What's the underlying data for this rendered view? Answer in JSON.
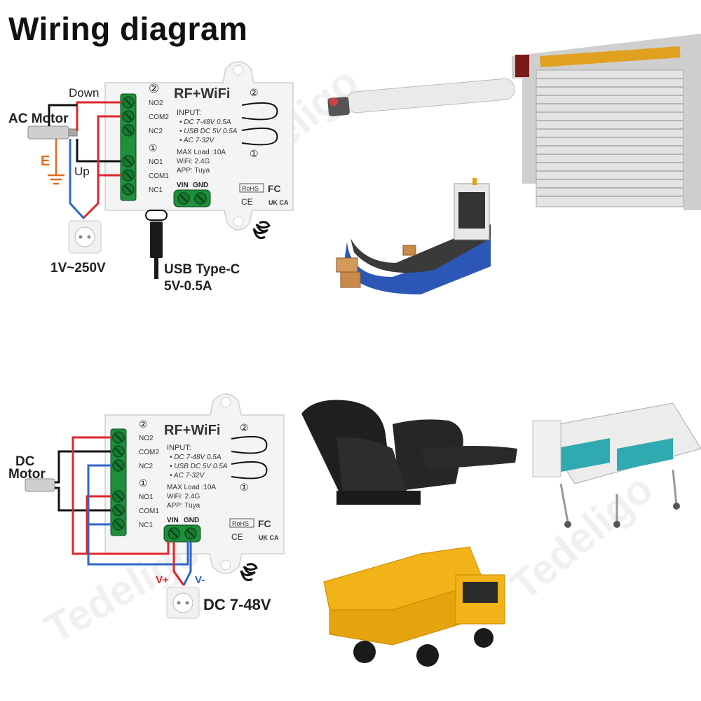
{
  "title": "Wiring diagram",
  "device": {
    "name": "RF+WiFi",
    "input_header": "INPUT:",
    "input_lines": [
      "• DC 7-48V 0.5A",
      "• USB DC 5V 0.5A",
      "• AC 7-32V"
    ],
    "specs": [
      "MAX Load :10A",
      "WiFi: 2.4G",
      "APP: Tuya"
    ],
    "terminals": [
      "NO2",
      "COM2",
      "NC2",
      "NO1",
      "COM1",
      "NC1"
    ],
    "channel_marks": [
      "②",
      "①"
    ],
    "power_terminals": [
      "VIN",
      "GND"
    ],
    "certs": [
      "RoHS",
      "FC",
      "CE",
      "UK CA"
    ]
  },
  "ac_section": {
    "motor_label": "AC Motor",
    "down_label": "Down",
    "up_label": "Up",
    "earth_label": "E",
    "supply_label": "1V~250V",
    "usb_label": "USB Type-C",
    "usb_spec": "5V-0.5A"
  },
  "dc_section": {
    "motor_label": "DC\nMotor",
    "vplus": "V+",
    "vminus": "V-",
    "supply_label": "DC 7-48V"
  },
  "watermark": "Tedeligo",
  "colors": {
    "red_wire": "#e0262b",
    "blue_wire": "#2f66c8",
    "black_wire": "#111111",
    "terminal_green": "#1f8f3a",
    "earth_orange": "#e06a1c"
  },
  "applications": [
    "tubular-motor",
    "conveyor-belt",
    "rolling-shutter-door",
    "recliner-chair",
    "hospital-bed",
    "dump-truck"
  ]
}
